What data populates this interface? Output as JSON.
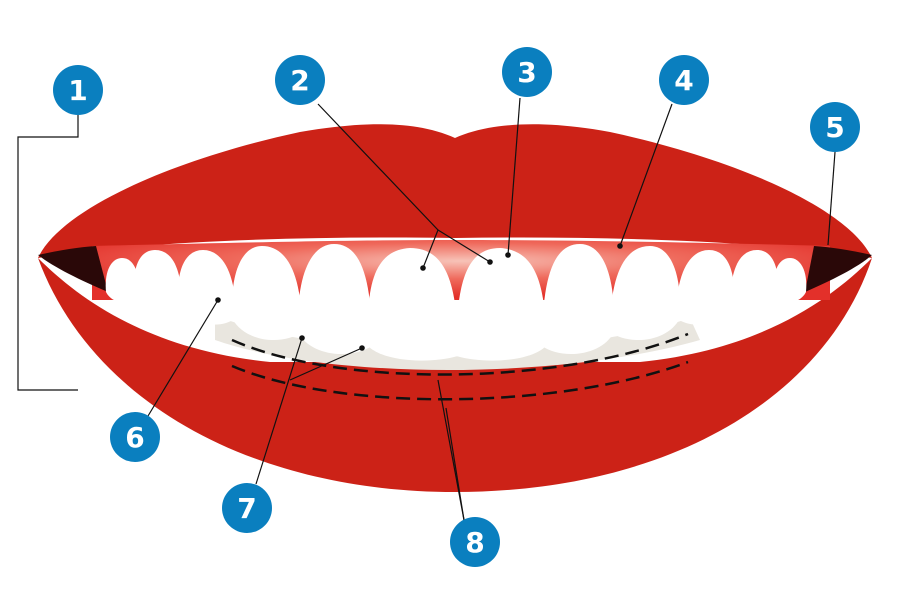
{
  "markers": [
    {
      "id": "1",
      "label": "1"
    },
    {
      "id": "2",
      "label": "2"
    },
    {
      "id": "3",
      "label": "3"
    },
    {
      "id": "4",
      "label": "4"
    },
    {
      "id": "5",
      "label": "5"
    },
    {
      "id": "6",
      "label": "6"
    },
    {
      "id": "7",
      "label": "7"
    },
    {
      "id": "8",
      "label": "8"
    }
  ],
  "colors": {
    "lip": "#cc2217",
    "lip_dark": "#b81b12",
    "gum": "#e8403a",
    "mouth_corner": "#2a0808",
    "badge": "#0a7fbf"
  }
}
